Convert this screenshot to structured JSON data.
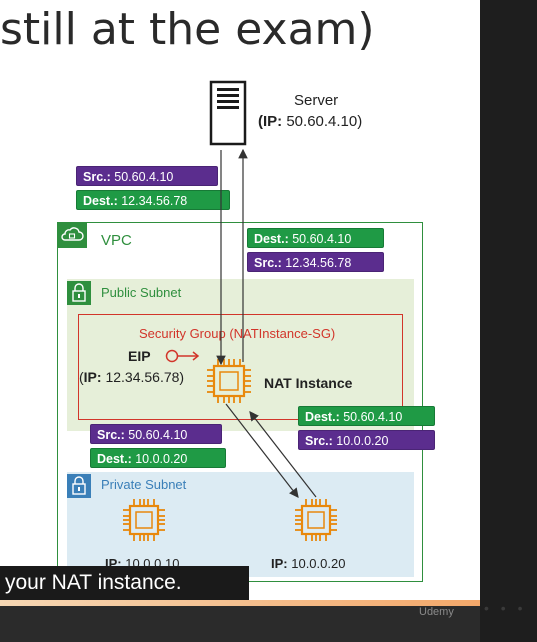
{
  "title": "still at the exam)",
  "server": {
    "name": "Server",
    "ip_key": "IP:",
    "ip_value": " 50.60.4.10"
  },
  "badges": {
    "top_src": {
      "key": "Src.:",
      "value": " 50.60.4.10"
    },
    "top_dest": {
      "key": "Dest.:",
      "value": " 12.34.56.78"
    },
    "right_dest": {
      "key": "Dest.:",
      "value": " 50.60.4.10"
    },
    "right_src": {
      "key": "Src.:",
      "value": " 12.34.56.78"
    },
    "mid_dest": {
      "key": "Dest.:",
      "value": " 50.60.4.10"
    },
    "mid_src": {
      "key": "Src.:",
      "value": " 10.0.0.20"
    },
    "low_src": {
      "key": "Src.:",
      "value": " 50.60.4.10"
    },
    "low_dest": {
      "key": "Dest.:",
      "value": " 10.0.0.20"
    }
  },
  "vpc_label": "VPC",
  "public_subnet_label": "Public Subnet",
  "private_subnet_label": "Private Subnet",
  "security_group_label": "Security Group (NATInstance-SG)",
  "eip": {
    "label": "EIP",
    "ip_key": "IP:",
    "ip_value": " 12.34.56.78"
  },
  "nat_label": "NAT Instance",
  "private_instances": [
    {
      "ip_key": "IP:",
      "ip_value": " 10.0.0.10"
    },
    {
      "ip_key": "IP:",
      "ip_value": " 10.0.0.20"
    }
  ],
  "subtitle": "your NAT instance.",
  "udemy": "Udemy",
  "colors": {
    "purple": "#5b2d8e",
    "green": "#1f9a45",
    "vpc_border": "#2f8f3e",
    "sg_border": "#d2352a",
    "public_bg": "#e6efd9",
    "private_bg": "#dcebf3",
    "chip": "#e8880c"
  }
}
